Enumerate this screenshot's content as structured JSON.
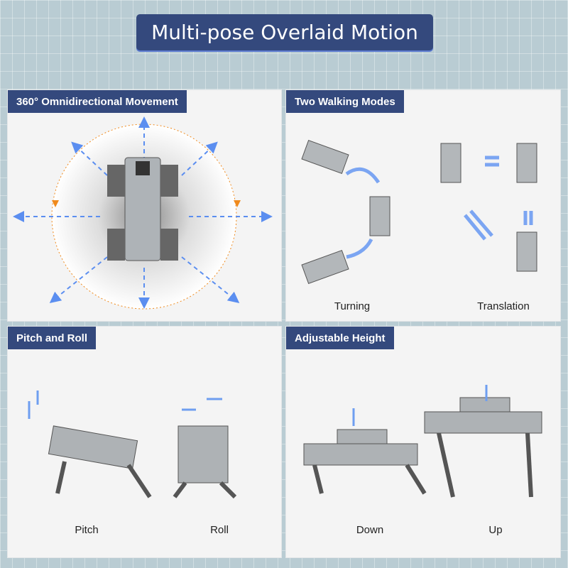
{
  "title": "Multi-pose Overlaid Motion",
  "panels": {
    "omni": {
      "heading": "360° Omnidirectional Movement"
    },
    "walking": {
      "heading": "Two Walking Modes",
      "captions": [
        "Turning",
        "Translation"
      ]
    },
    "pitch_roll": {
      "heading": "Pitch and Roll",
      "captions": [
        "Pitch",
        "Roll"
      ]
    },
    "height": {
      "heading": "Adjustable Height",
      "captions": [
        "Down",
        "Up"
      ]
    }
  },
  "colors": {
    "header": "#34497d",
    "arrow_blue": "#5b8ef0",
    "arrow_orange": "#f08a1c",
    "panel": "#f4f4f4"
  }
}
